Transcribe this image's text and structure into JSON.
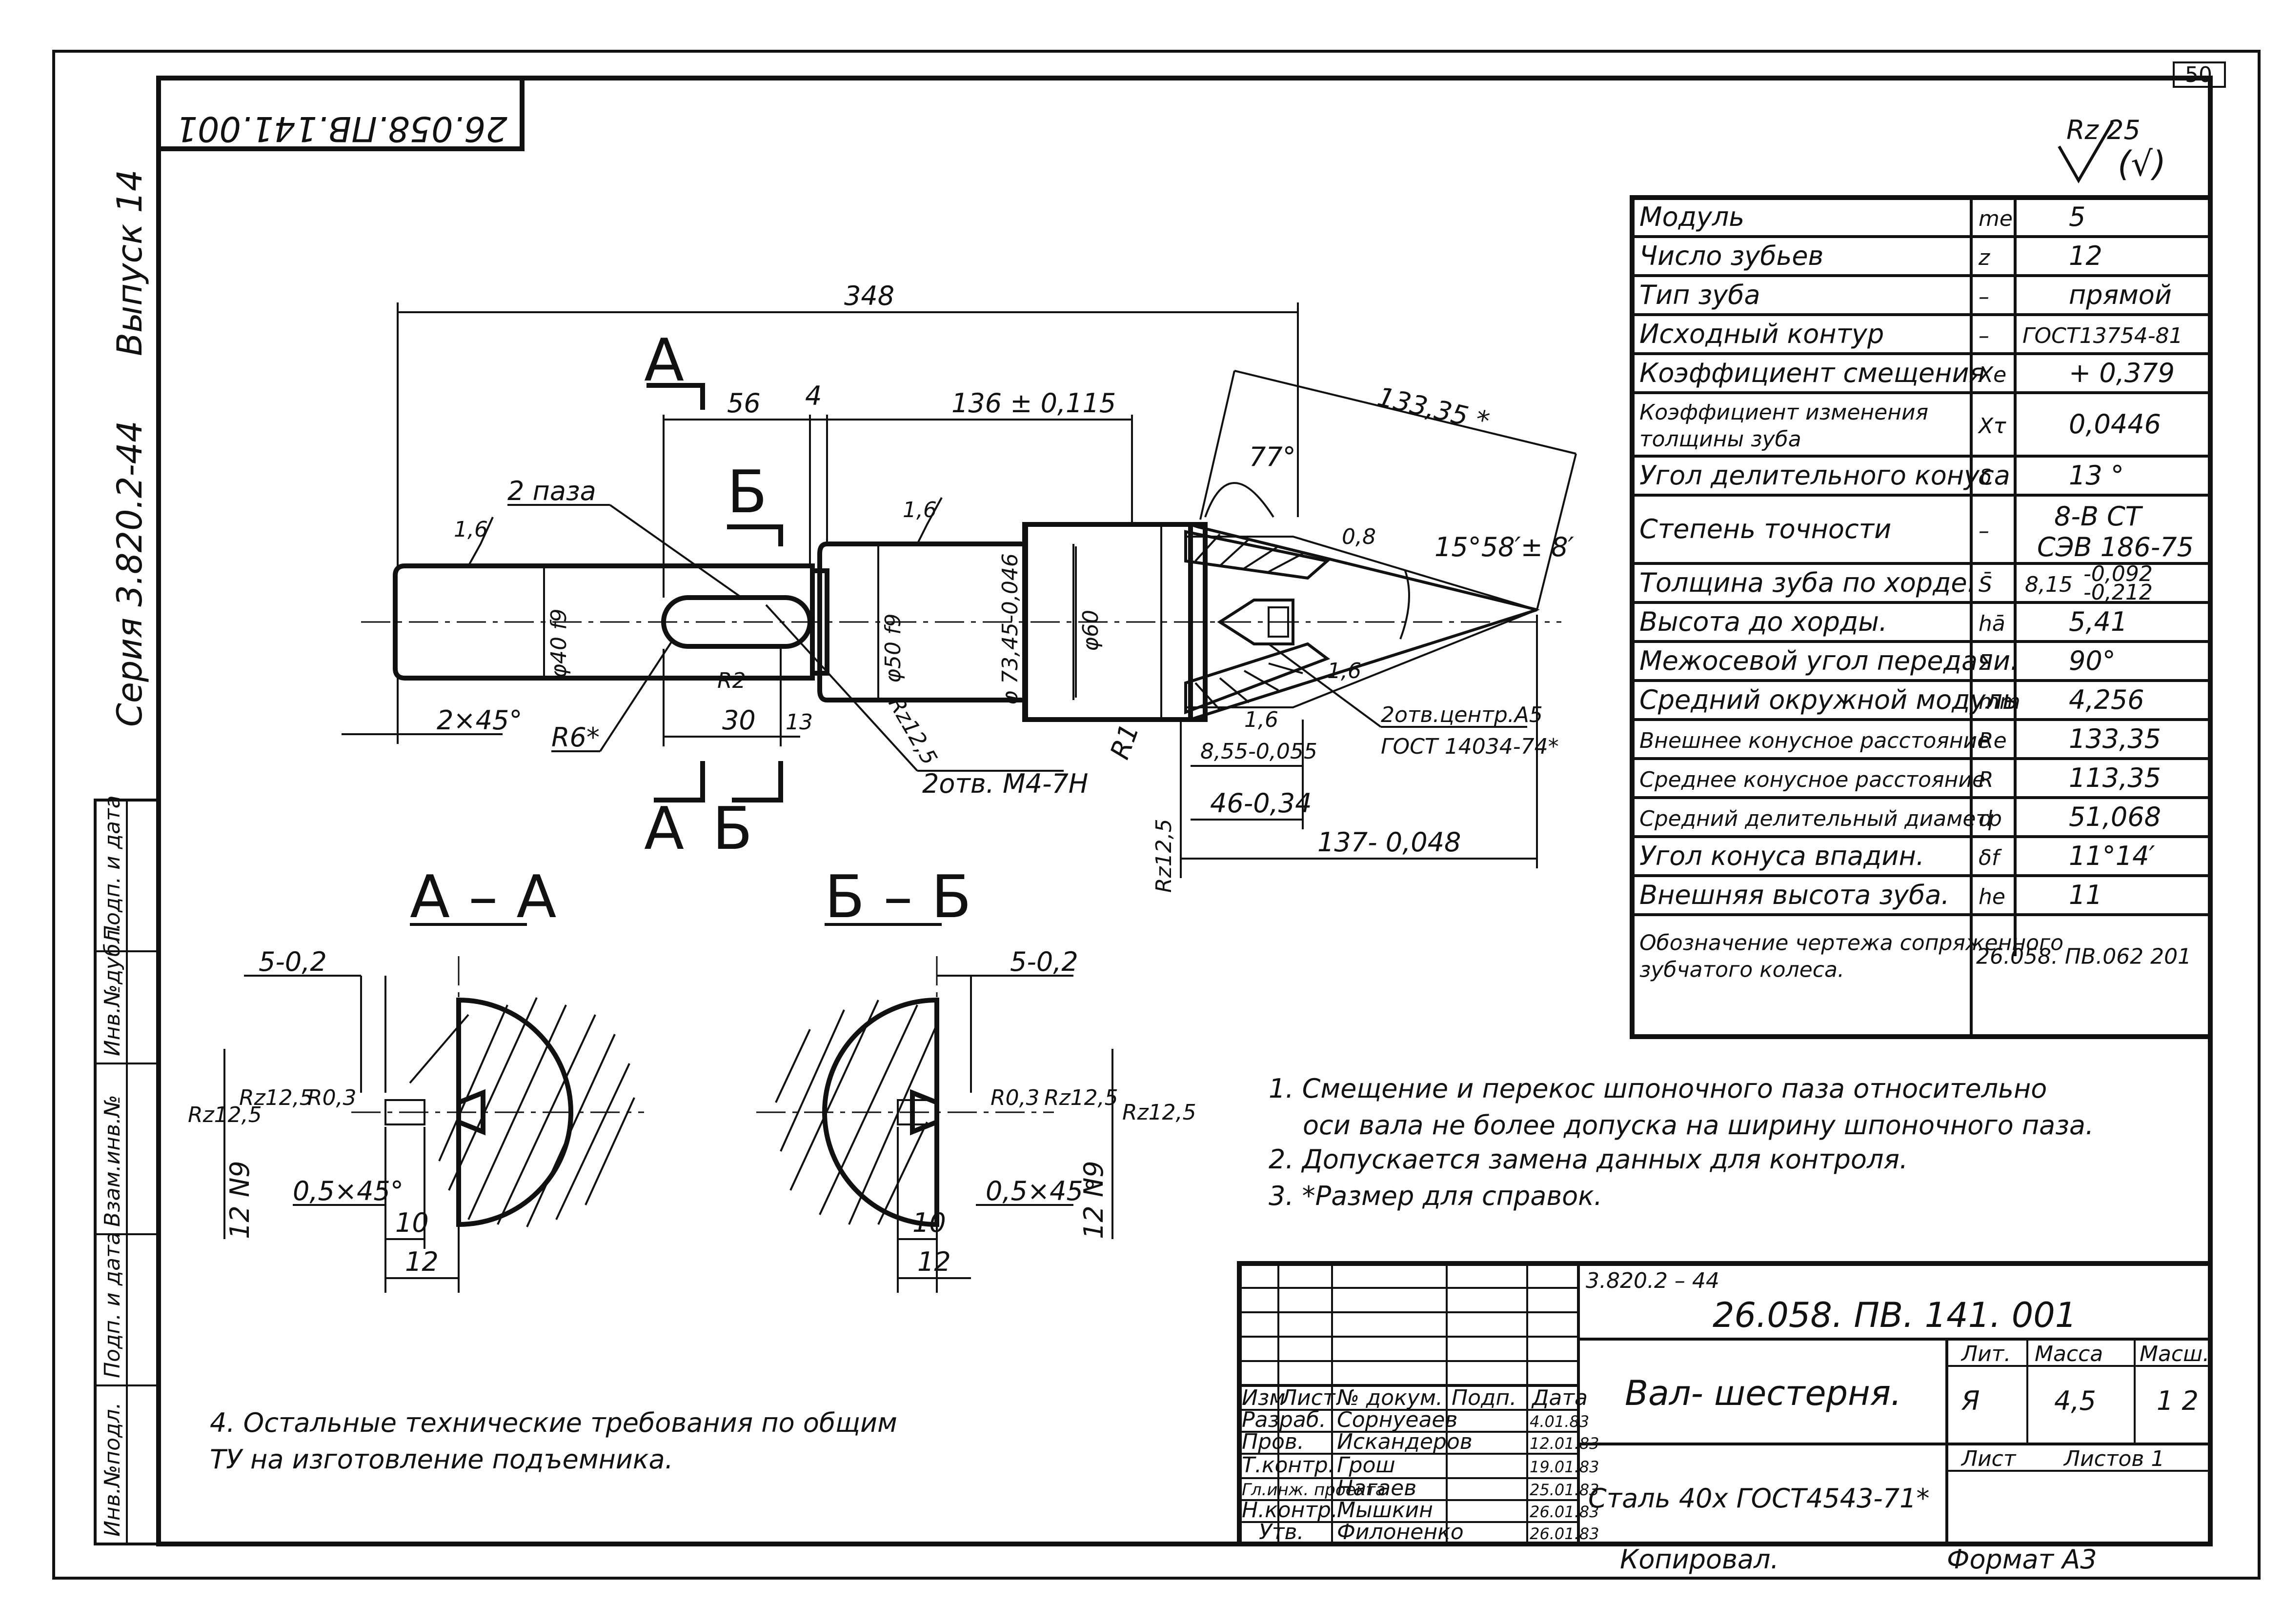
{
  "sheet": {
    "sheet_number": "50",
    "doc_code_mirrored": "26.058.ПВ.141.001",
    "series": "Серия 3.820.2-44",
    "issue": "Выпуск 14",
    "roughness_general": "Rz 25",
    "roughness_check": "(√)",
    "left_strip": [
      "Инв.№подл.",
      "Подп. и дата",
      "Взам.инв.№",
      "Инв.№дубл.",
      "Подп. и дата"
    ]
  },
  "drawing": {
    "dims": {
      "total_length": "348",
      "l56": "56",
      "l4": "4",
      "l136": "136 ± 0,115",
      "l133": "133,35 *",
      "angle77": "77°",
      "angle_cone": "15°58′± 8′",
      "r08": "0,8",
      "r16a": "1,6",
      "r16b": "1,6",
      "r16c": "1,6",
      "r16d": "1,6",
      "d40": "φ40 f9",
      "d50": "φ50 f9",
      "d73": "φ 73,45-0,046",
      "d60": "φ60",
      "chamfer": "2×45°",
      "r6": "R6*",
      "r2": "R2",
      "l30": "30",
      "l13": "13",
      "rz125": "Rz12,5",
      "r1": "R1",
      "holes": "2отв. М4-7Н",
      "l855": "8,55-0,055",
      "l46": "46-0,34",
      "l137": "137- 0,048",
      "rz125b": "Rz12,5",
      "center1": "2отв.центр.А5",
      "center2": "ГОСТ 14034-74*",
      "slots": "2 паза"
    },
    "sections": {
      "mark_a": "А",
      "mark_b": "Б",
      "aa_title": "А – А",
      "bb_title": "Б – Б",
      "w5": "5-0,2",
      "rz125": "Rz12,5",
      "rz125b": "Rz12,5",
      "r03": "R0,3",
      "n9": "12 N9",
      "ch": "0,5×45°",
      "l10": "10",
      "l12": "12"
    }
  },
  "params_table": {
    "rows": [
      {
        "name": "Модуль",
        "sym": "me",
        "val": "5"
      },
      {
        "name": "Число зубьев",
        "sym": "z",
        "val": "12"
      },
      {
        "name": "Тип зуба",
        "sym": "–",
        "val": "прямой"
      },
      {
        "name": "Исходный контур",
        "sym": "–",
        "val": "ГОСТ13754-81"
      },
      {
        "name": "Коэффициент смещения",
        "sym": "Xe",
        "val": "+ 0,379"
      },
      {
        "name": "Коэффициент изменения толщины зуба",
        "sym": "Xτ",
        "val": "0,0446"
      },
      {
        "name": "Угол делительного конуса",
        "sym": "δ",
        "val": "13 °"
      },
      {
        "name": "Степень точности",
        "sym": "–",
        "val": "8-B CT СЭВ 186-75"
      },
      {
        "name": "Толщина зуба по хорде.",
        "sym": "S̄",
        "val": "8,15 -0,092 -0,212"
      },
      {
        "name": "Высота до хорды.",
        "sym": "hā",
        "val": "5,41"
      },
      {
        "name": "Межосевой угол передачи.",
        "sym": "Σ",
        "val": "90°"
      },
      {
        "name": "Средний окружной модуль",
        "sym": "mm",
        "val": "4,256"
      },
      {
        "name": "Внешнее конусное расстояние",
        "sym": "Re",
        "val": "133,35"
      },
      {
        "name": "Среднее конусное расстояние",
        "sym": "R",
        "val": "113,35"
      },
      {
        "name": "Средний делительный диаметр",
        "sym": "d",
        "val": "51,068"
      },
      {
        "name": "Угол конуса впадин.",
        "sym": "δf",
        "val": "11°14′"
      },
      {
        "name": "Внешняя высота зуба.",
        "sym": "he",
        "val": "11"
      },
      {
        "name": "Обозначение чертежа сопряженного зубчатого колеса.",
        "sym": "",
        "val": "26.058. ПВ.062 201"
      }
    ]
  },
  "notes": [
    "1. Смещение и перекос шпоночного паза относительно",
    "оси вала не более допуска на ширину шпоночного паза.",
    "2. Допускается замена данных для контроля.",
    "3. *Размер для справок."
  ],
  "note4": [
    "4. Остальные технические требования по общим",
    "ТУ на изготовление подъемника."
  ],
  "title_block": {
    "series_code": "3.820.2 – 44",
    "doc_code": "26.058. ПВ. 141. 001",
    "name": "Вал- шестерня.",
    "material": "Сталь 40х ГОСТ4543-71*",
    "lit_label": "Лит.",
    "mass_label": "Масса",
    "scale_label": "Масш.",
    "lit_val": "Я",
    "mass_val": "4,5",
    "scale_val": "1 2",
    "sheet_label": "Лист",
    "sheets_label": "Листов 1",
    "head": [
      "Изм",
      "Лист",
      "№ докум.",
      "Подп.",
      "Дата"
    ],
    "roles": [
      {
        "role": "Разраб.",
        "name": "Сорнуеаев",
        "date": "4.01.83"
      },
      {
        "role": "Пров.",
        "name": "Исканде­ров",
        "date": "12.01.83"
      },
      {
        "role": "Т.контр.",
        "name": "Грош",
        "date": "19.01.83"
      },
      {
        "role": "Гл.инж. проекта",
        "name": "Нагаев",
        "date": "25.01.83"
      },
      {
        "role": "Н.контр.",
        "name": "Мышкин",
        "date": "26.01.83"
      },
      {
        "role": "Утв.",
        "name": "Филоненко",
        "date": "26.01.83"
      }
    ],
    "copied": "Копировал.",
    "format": "Формат А3"
  }
}
